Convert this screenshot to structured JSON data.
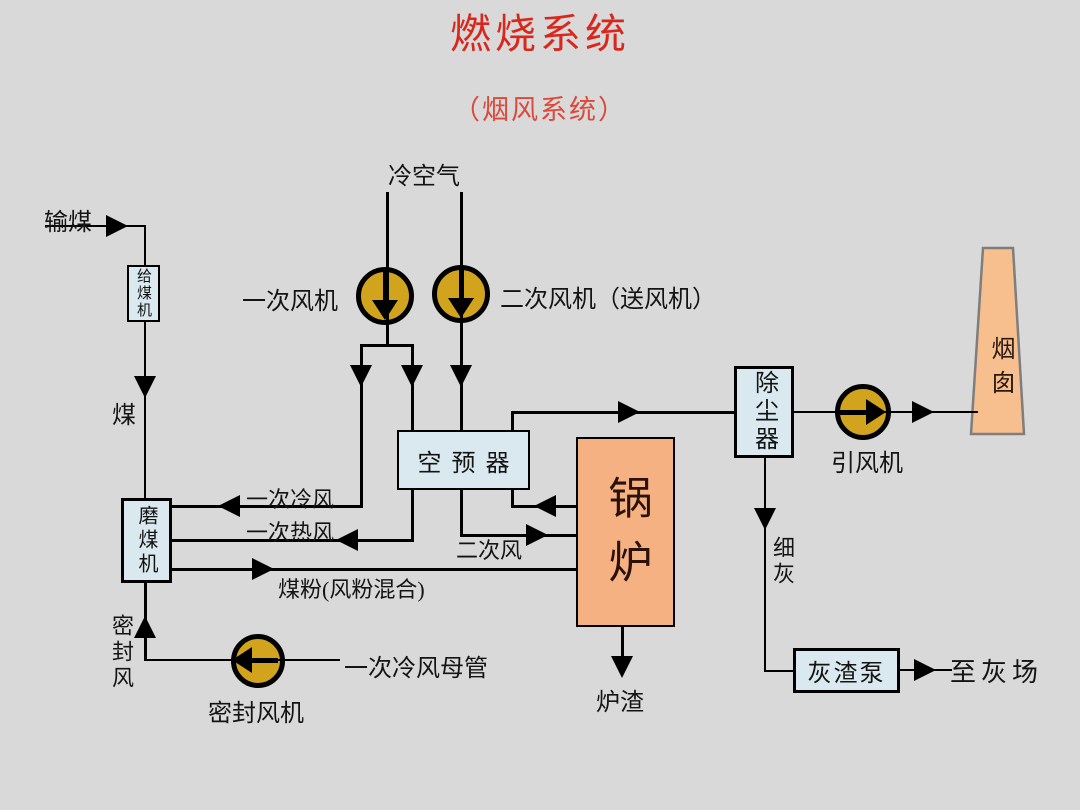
{
  "title": {
    "main": "燃烧系统",
    "sub": "（烟风系统）"
  },
  "colors": {
    "background": "#d9d9d9",
    "line": "#000000",
    "ink": "#141414",
    "red_main": "#d8271c",
    "red_sub": "#d94a3b",
    "box_fill": "#d9e9ef",
    "accent": "#f6b183",
    "fan_fill": "#d2a41e",
    "chimney_fill": "#f8bf8e",
    "chimney_border": "#7e7e7e",
    "boiler_text": "#2a1208"
  },
  "nodes": {
    "coal_feeder": {
      "label": "给煤机"
    },
    "coal_mill": {
      "label": "磨煤机"
    },
    "air_preheater": {
      "label": "空预器"
    },
    "boiler": {
      "label": "锅炉"
    },
    "dust_collector": {
      "label": "除尘器"
    },
    "ash_slag_pump": {
      "label": "灰渣泵"
    },
    "chimney": {
      "label": "烟囱"
    },
    "primary_fan": {
      "label": "一次风机"
    },
    "secondary_fan": {
      "label": "二次风机（送风机）"
    },
    "induced_draft_fan": {
      "label": "引风机"
    },
    "seal_fan": {
      "label": "密封风机"
    }
  },
  "labels": {
    "coal_transport": "输煤",
    "cold_air": "冷空气",
    "coal": "煤",
    "primary_cold_air": "一次冷风",
    "primary_hot_air": "一次热风",
    "secondary_air": "二次风",
    "coal_powder": "煤粉(风粉混合)",
    "seal_air": "密封风",
    "primary_cold_air_header": "一次冷风母管",
    "furnace_slag": "炉渣",
    "fine_ash": "细灰",
    "to_ash_yard": "至灰场"
  }
}
